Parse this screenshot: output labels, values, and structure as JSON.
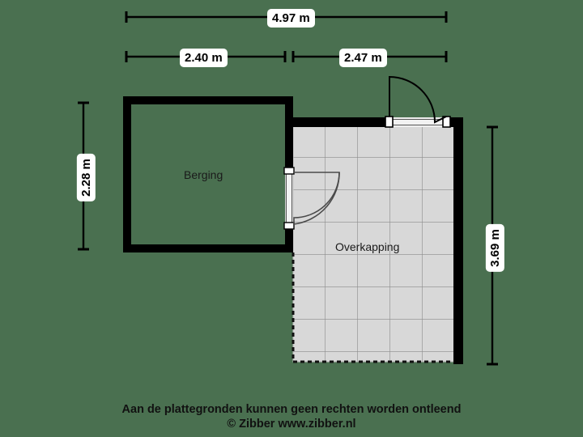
{
  "background_color": "#4a7050",
  "wall_color": "#000000",
  "room_fill": "#d8d8d8",
  "tile_line_color": "#8c8c8c",
  "dimensions": {
    "top_total": "4.97 m",
    "top_left_segment": "2.40 m",
    "top_right_segment": "2.47 m",
    "left_vertical": "2.28 m",
    "right_vertical": "3.69 m"
  },
  "rooms": [
    {
      "name": "Berging",
      "label": "Berging"
    },
    {
      "name": "Overkapping",
      "label": "Overkapping"
    }
  ],
  "footer": {
    "line1": "Aan de plattegronden kunnen geen rechten worden ontleend",
    "line2": "© Zibber www.zibber.nl"
  }
}
